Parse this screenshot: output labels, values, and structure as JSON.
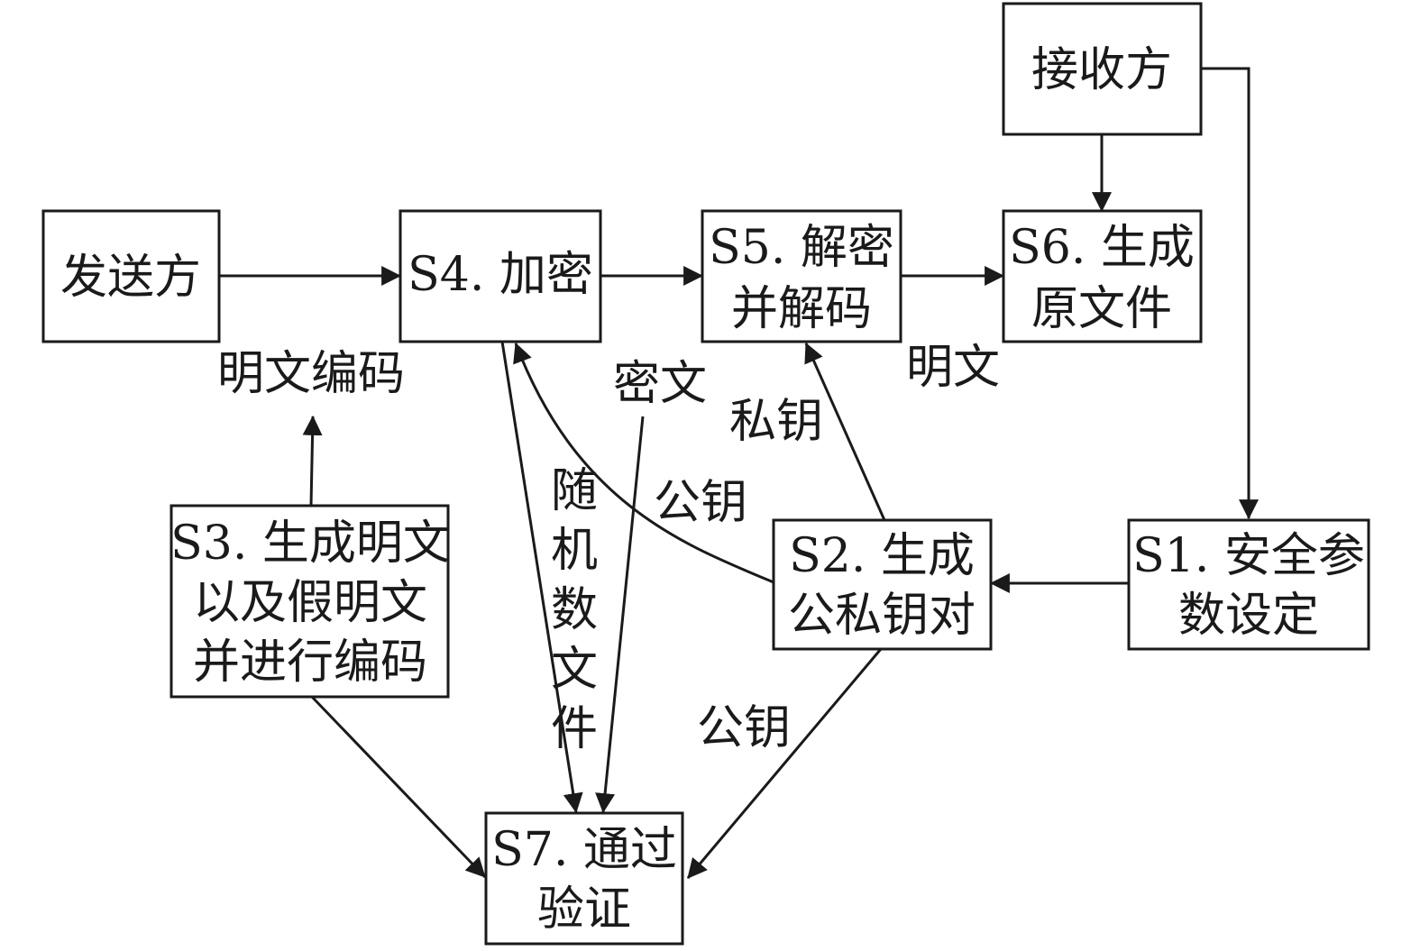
{
  "diagram": {
    "colors": {
      "stroke": "#1a1a1a",
      "background": "#ffffff"
    },
    "nodes": {
      "sender": {
        "lines": [
          "发送方"
        ]
      },
      "receiver": {
        "lines": [
          "接收方"
        ]
      },
      "s1": {
        "lines": [
          "S1. 安全参",
          "数设定"
        ]
      },
      "s2": {
        "lines": [
          "S2. 生成",
          "公私钥对"
        ]
      },
      "s3": {
        "lines": [
          "S3. 生成明文",
          "以及假明文",
          "并进行编码"
        ]
      },
      "s4": {
        "lines": [
          "S4. 加密"
        ]
      },
      "s5": {
        "lines": [
          "S5. 解密",
          "并解码"
        ]
      },
      "s6": {
        "lines": [
          "S6. 生成",
          "原文件"
        ]
      },
      "s7": {
        "lines": [
          "S7. 通过",
          "验证"
        ]
      }
    },
    "edge_labels": {
      "plaintext_encoding": "明文编码",
      "ciphertext": "密文",
      "private_key": "私钥",
      "plaintext": "明文",
      "public_key_to_s4": "公钥",
      "public_key_to_s7": "公钥",
      "random_file": [
        "随",
        "机",
        "数",
        "文",
        "件"
      ]
    },
    "edges": [
      {
        "from": "sender",
        "to": "s4"
      },
      {
        "from": "s4",
        "to": "s5"
      },
      {
        "from": "s5",
        "to": "s6"
      },
      {
        "from": "receiver",
        "to": "s6"
      },
      {
        "from": "receiver",
        "to": "s1"
      },
      {
        "from": "s1",
        "to": "s2"
      },
      {
        "from": "s2",
        "to": "s5",
        "label": "私钥"
      },
      {
        "from": "s2",
        "to": "s4",
        "label": "公钥"
      },
      {
        "from": "s2",
        "to": "s7",
        "label": "公钥"
      },
      {
        "from": "s3",
        "to": "plaintext_encoding"
      },
      {
        "from": "s3",
        "to": "s7"
      },
      {
        "from": "s4",
        "to": "s7",
        "label": "随机数文件"
      },
      {
        "from": "ciphertext",
        "to": "s7",
        "label": "密文"
      }
    ]
  }
}
